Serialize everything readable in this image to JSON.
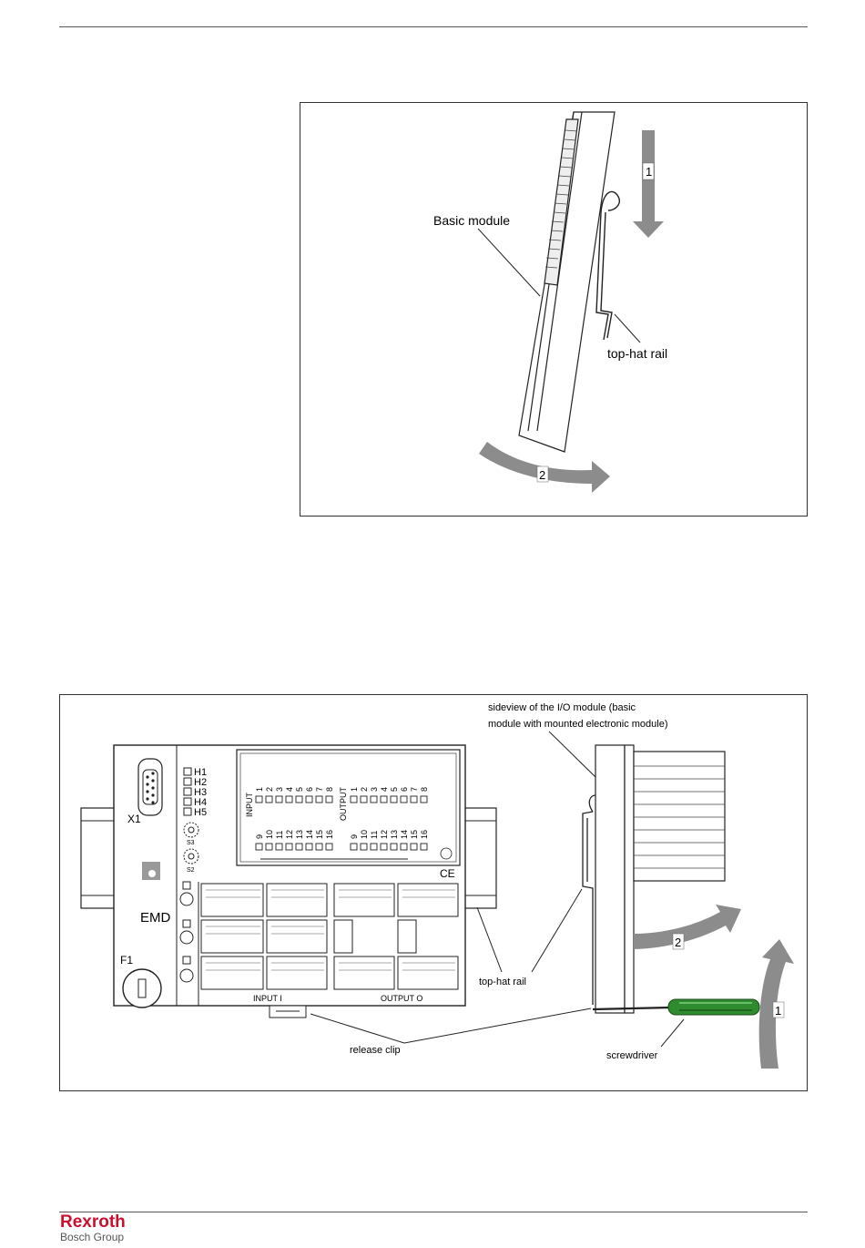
{
  "figure1": {
    "label_basic_module": "Basic module",
    "label_top_hat_rail": "top-hat rail",
    "arrow1_number": "1",
    "arrow2_number": "2"
  },
  "figure2": {
    "label_sideview_line1": "sideview of the I/O module (basic",
    "label_sideview_line2": "module with mounted electronic module)",
    "label_top_hat_rail": "top-hat rail",
    "label_release_clip": "release clip",
    "label_screwdriver": "screwdriver",
    "arrow1_number": "1",
    "arrow2_number": "2",
    "device": {
      "connector_x1": "X1",
      "brand": "EMD",
      "fuse_f1": "F1",
      "leds": [
        "H1",
        "H2",
        "H3",
        "H4",
        "H5"
      ],
      "switch_s3": "S3",
      "switch_s2": "S2",
      "input_caption": "INPUT",
      "output_caption": "OUTPUT",
      "channels_top": [
        "1",
        "2",
        "3",
        "4",
        "5",
        "6",
        "7",
        "8"
      ],
      "channels_bottom": [
        "9",
        "10",
        "11",
        "12",
        "13",
        "14",
        "15",
        "16"
      ],
      "terminal_input": "INPUT    I",
      "terminal_output": "OUTPUT   O",
      "ce_mark": "CE"
    }
  },
  "footer": {
    "brand": "Rexroth",
    "group": "Bosch Group"
  }
}
